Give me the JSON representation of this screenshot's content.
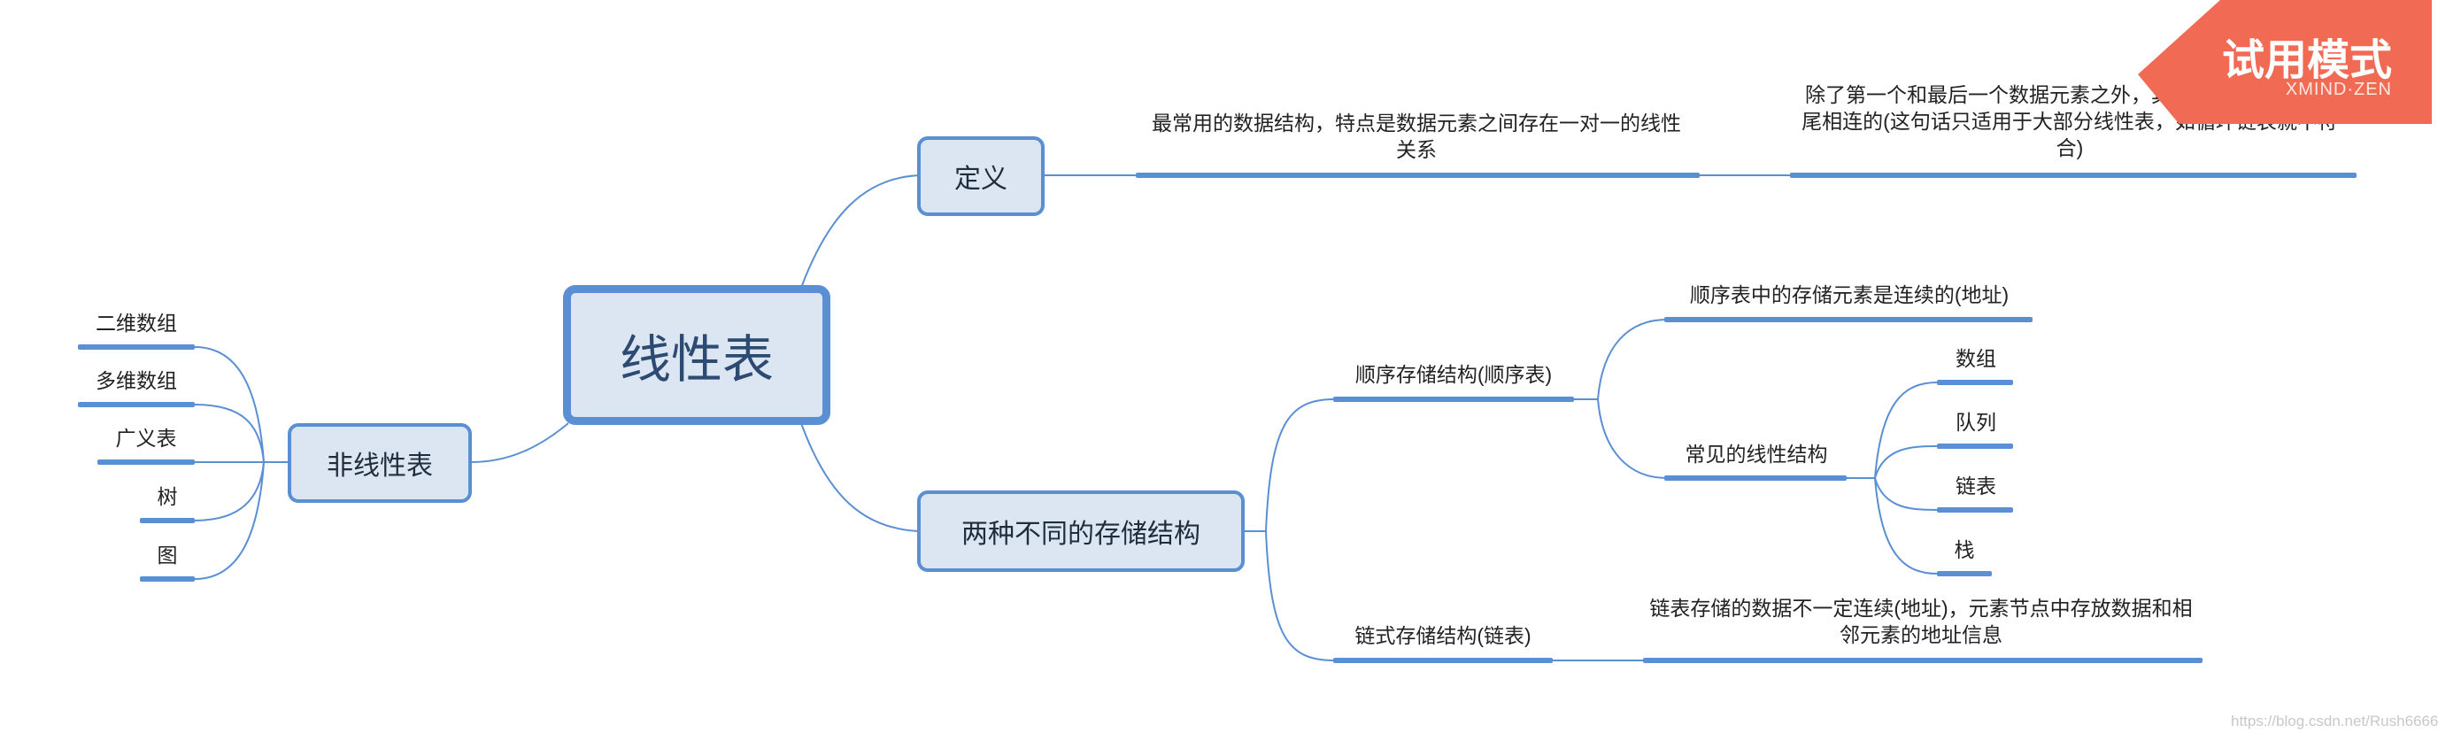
{
  "root": {
    "label": "线性表"
  },
  "definition": {
    "label": "定义",
    "text1": "最常用的数据结构，特点是数据元素之间存在一对一的线性关系",
    "text2": "除了第一个和最后一个数据元素之外，其他数据元素都是首尾相连的(这句话只适用于大部分线性表，如循环链表就不符合)"
  },
  "storage": {
    "label": "两种不同的存储结构",
    "sequential": {
      "label": "顺序存储结构(顺序表)",
      "contiguous": "顺序表中的存储元素是连续的(地址)",
      "common": {
        "label": "常见的线性结构",
        "items": [
          "数组",
          "队列",
          "链表",
          "栈"
        ]
      }
    },
    "linked": {
      "label": "链式存储结构(链表)",
      "desc": "链表存储的数据不一定连续(地址)，元素节点中存放数据和相邻元素的地址信息"
    }
  },
  "nonlinear": {
    "label": "非线性表",
    "items": [
      "二维数组",
      "多维数组",
      "广义表",
      "树",
      "图"
    ]
  },
  "trial_badge": {
    "title": "试用模式",
    "subtitle": "XMIND·ZEN"
  },
  "watermark": "https://blog.csdn.net/Rush6666",
  "colors": {
    "line": "#5b8fd4",
    "node_fill": "#dce6f2",
    "badge": "#f06a54"
  }
}
